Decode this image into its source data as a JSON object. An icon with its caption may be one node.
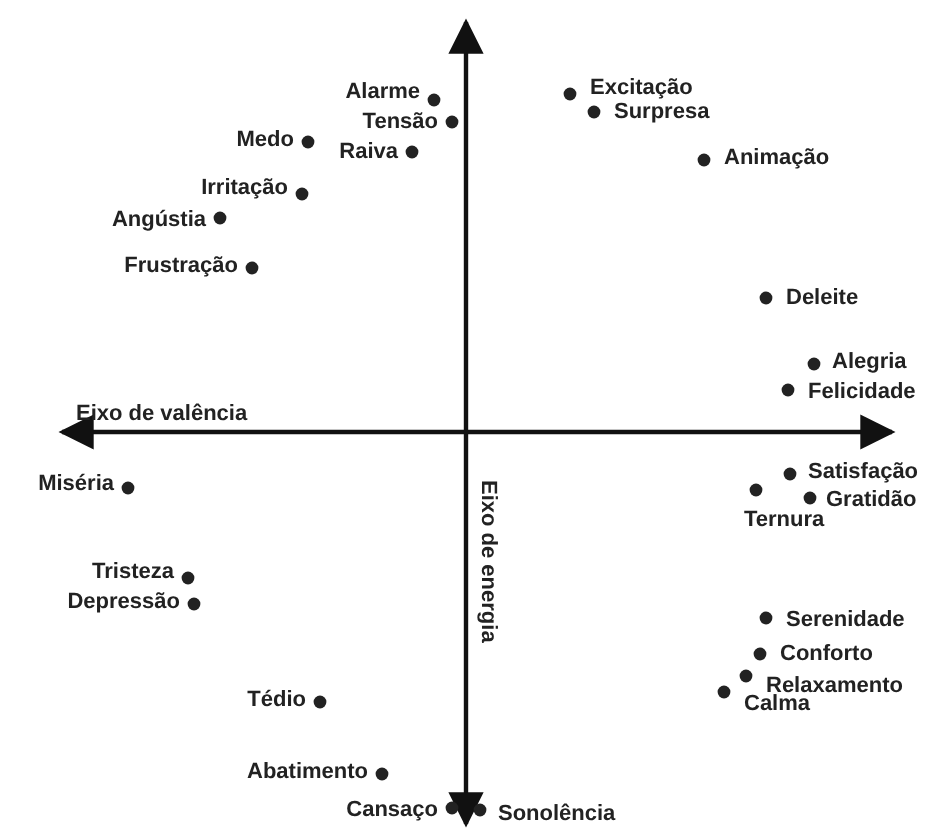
{
  "diagram": {
    "labels": [
      "Excitação",
      "Alarme",
      "Surpresa",
      "Tensão",
      "Medo",
      "Raiva",
      "Animação",
      "Irritação",
      "Angústia",
      "Frustração",
      "Deleite",
      "Alegria",
      "Felicidade",
      "Eixo de valência",
      "Satisfação",
      "Miséria",
      "Ternura",
      "Gratidão",
      "Eixo de energia",
      "Tristeza",
      "Depressão",
      "Serenidade",
      "Conforto",
      "Relaxamento",
      "Calma",
      "Tédio",
      "Abatimento",
      "Cansaço",
      "Sonolência"
    ]
  }
}
